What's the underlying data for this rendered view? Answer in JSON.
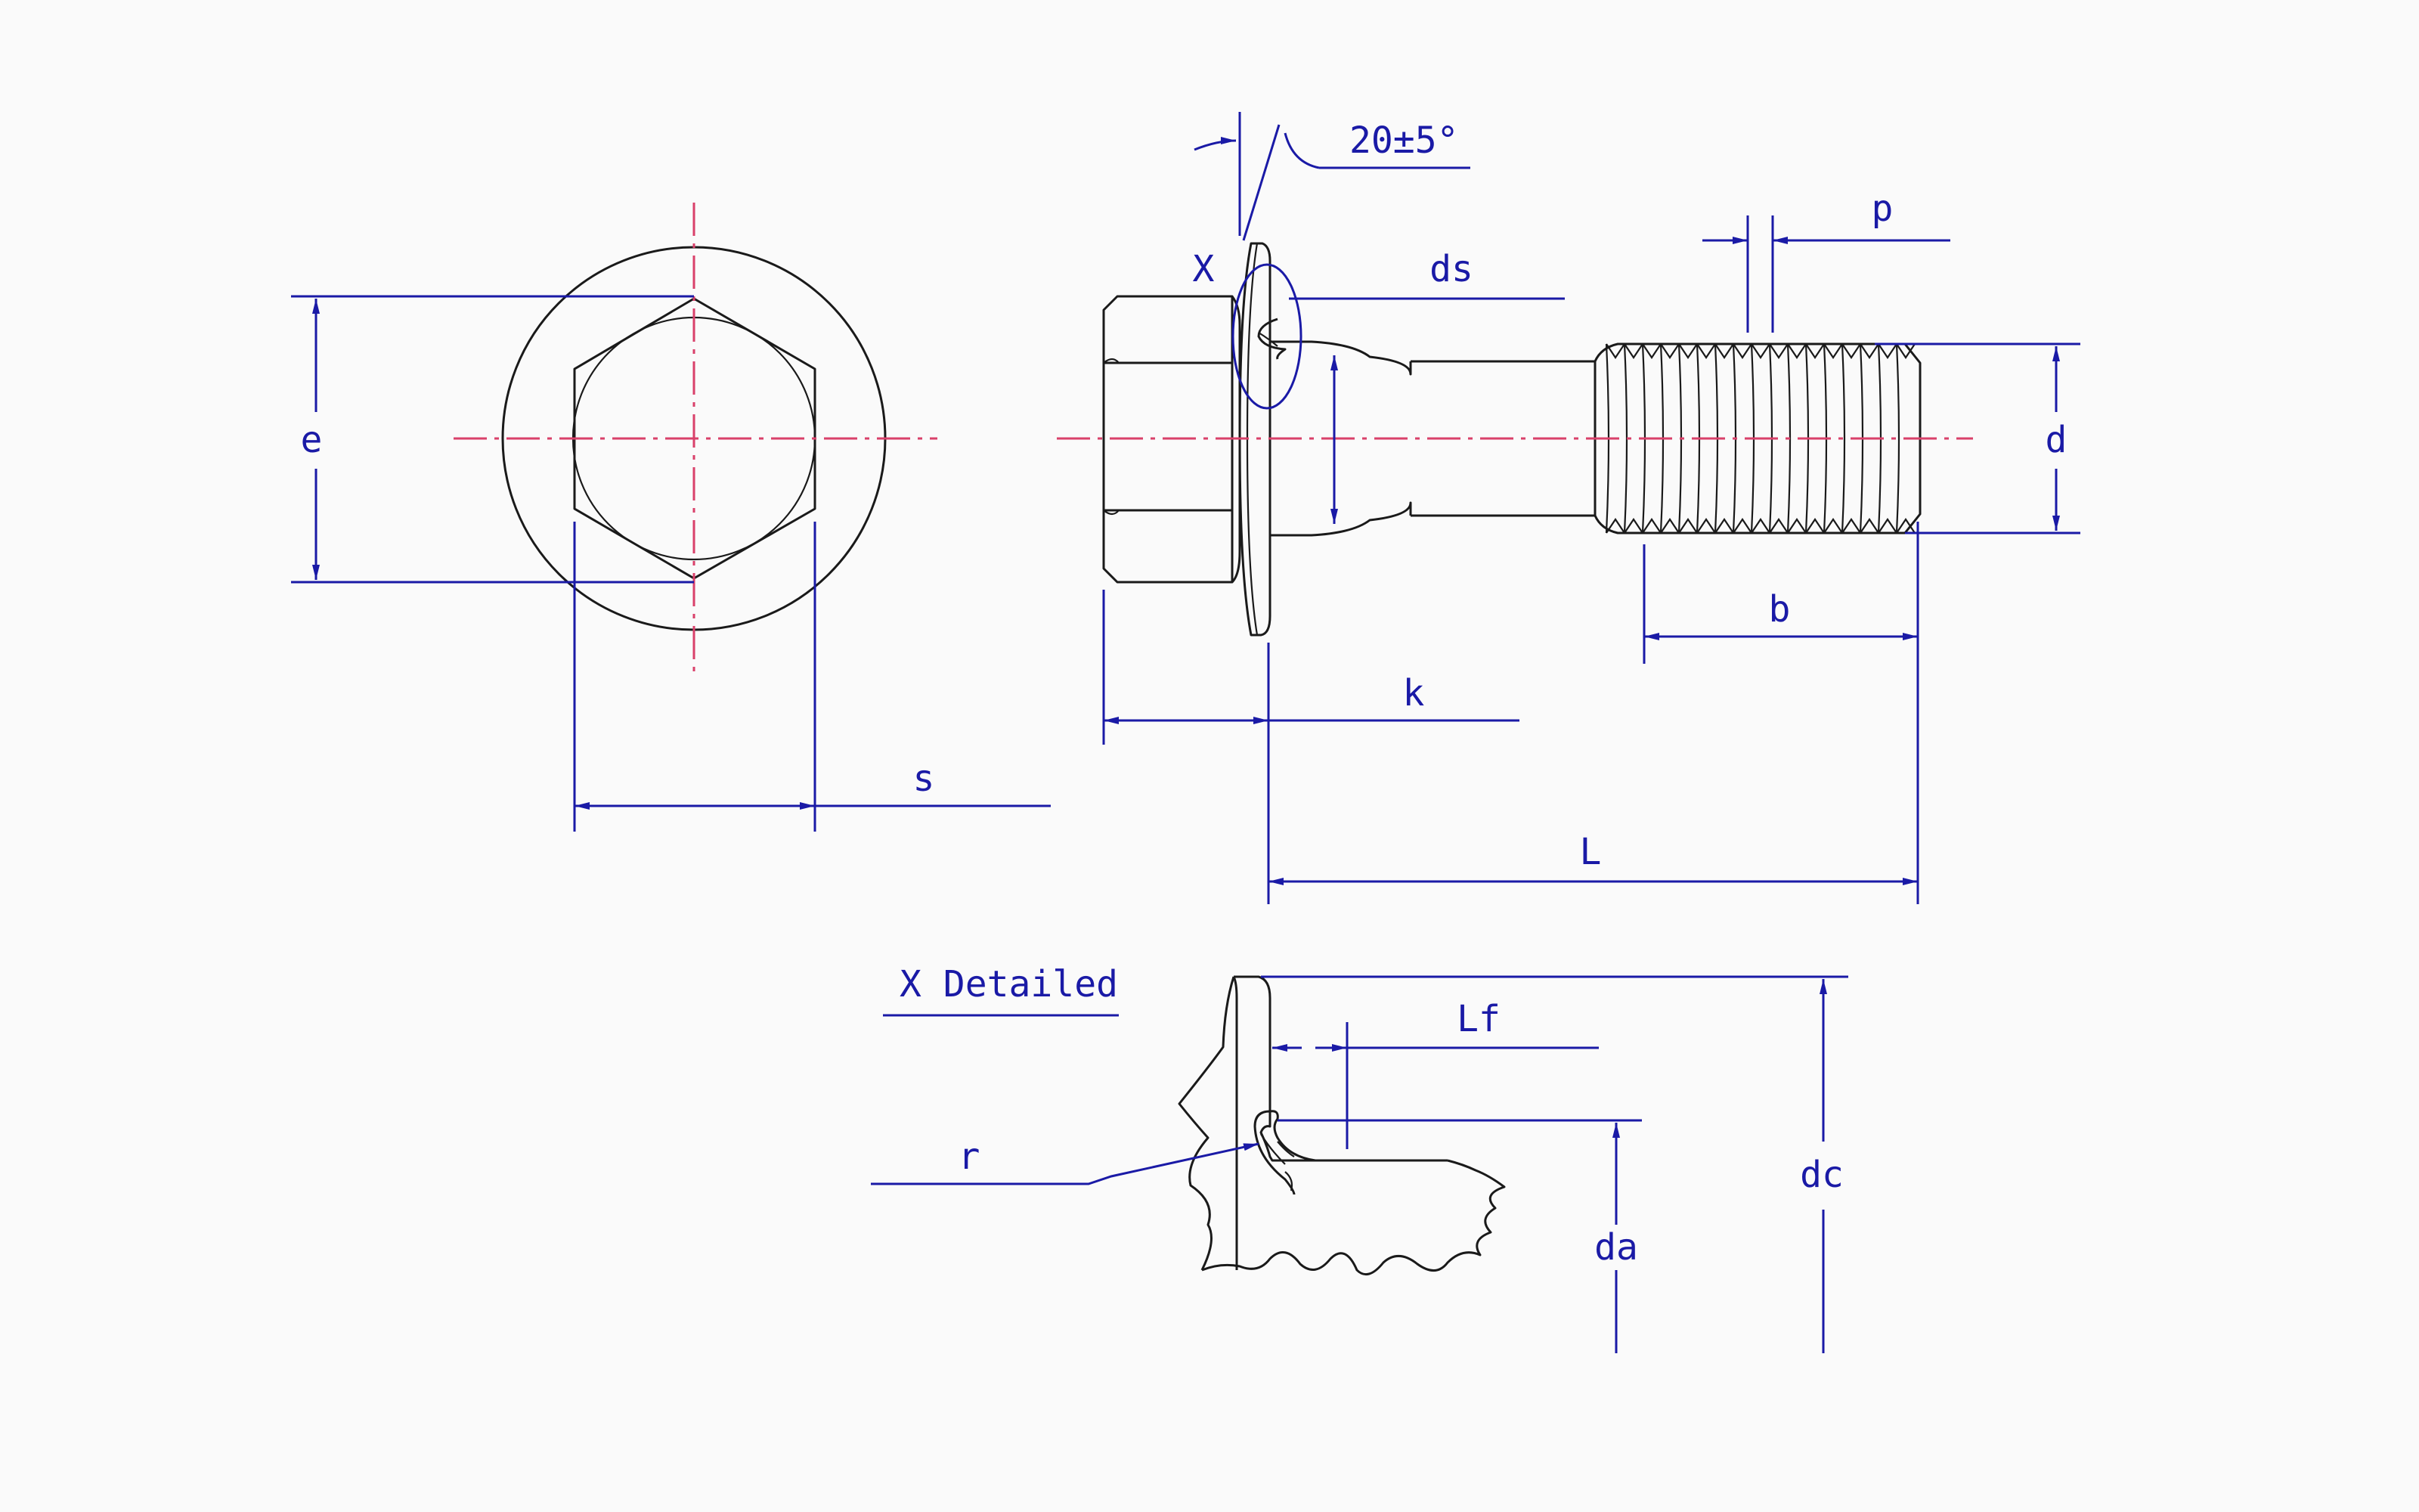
{
  "colors": {
    "background": "#fafafa",
    "part_outline": "#1a1a1a",
    "dimension": "#1a1aa6",
    "centerline": "#d9406a"
  },
  "labels": {
    "angle": "20±5°",
    "pitch": "p",
    "x_marker": "X",
    "shank_diameter": "ds",
    "across_corners": "e",
    "thread_diameter": "d",
    "thread_length": "b",
    "head_height": "k",
    "across_flats": "s",
    "length": "L",
    "detail_title": "X Detailed",
    "flange_thickness": "Lf",
    "fillet_radius": "r",
    "fillet_diameter": "da",
    "flange_diameter": "dc"
  }
}
